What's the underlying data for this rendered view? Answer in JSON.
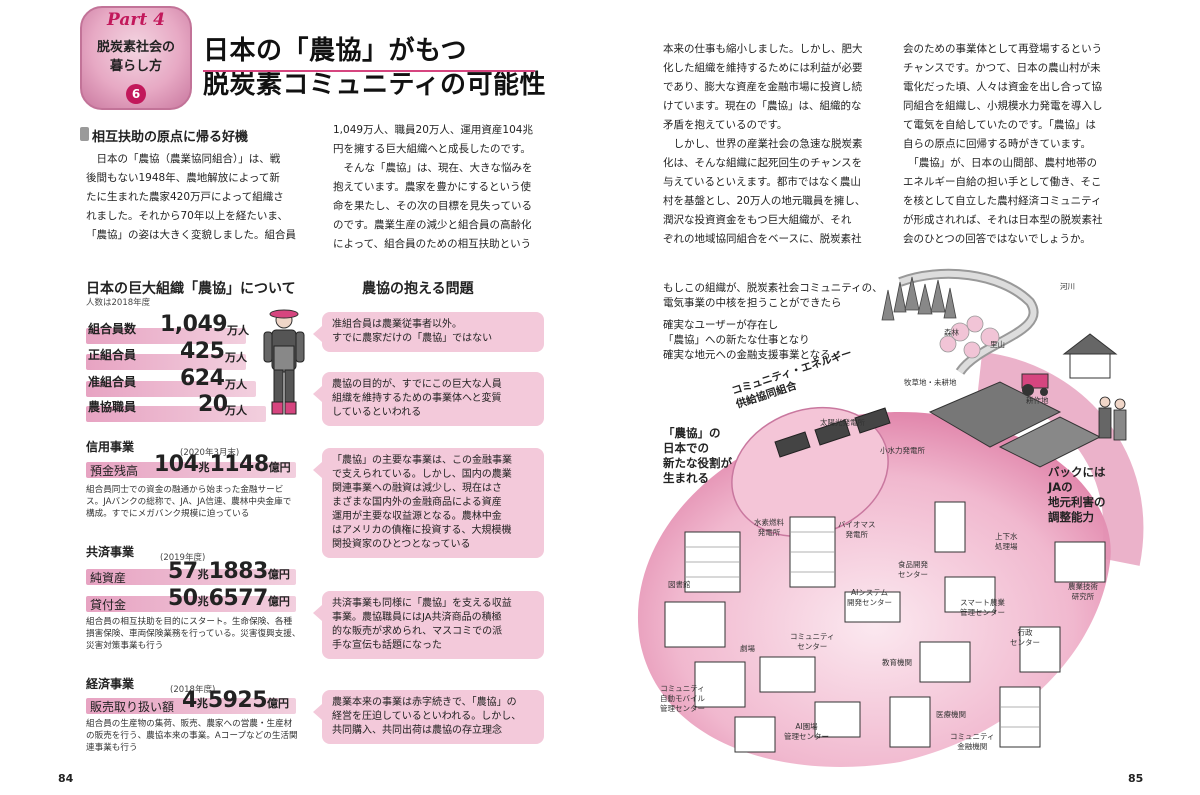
{
  "part": {
    "label": "Part 4",
    "subtitle": "脱炭素社会の\n暮らし方",
    "number": "6"
  },
  "title": {
    "line1": "日本の「農協」がもつ",
    "line2": "脱炭素コミュニティの可能性"
  },
  "heading": "相互扶助の原点に帰る好機",
  "left_body": {
    "col1": "　日本の「農協（農業協同組合）」は、戦\n後間もない1948年、農地解放によって新\nたに生まれた農家420万戸によって組織さ\nれました。それから70年以上を経たいま、\n「農協」の姿は大きく変貌しました。組合員",
    "col2": "1,049万人、職員20万人、運用資産104兆\n円を擁する巨大組織へと成長したのです。\n　そんな「農協」は、現在、大きな悩みを\n抱えています。農家を豊かにするという使\n命を果たし、その次の目標を見失っている\nのです。農業生産の減少と組合員の高齢化\nによって、組合員のための相互扶助という"
  },
  "right_body": {
    "col1": "本来の仕事も縮小しました。しかし、肥大\n化した組織を維持するためには利益が必要\nであり、膨大な資産を金融市場に投資し続\nけています。現在の「農協」は、組織的な\n矛盾を抱えているのです。\n　しかし、世界の産業社会の急速な脱炭素\n化は、そんな組織に起死回生のチャンスを\n与えているといえます。都市ではなく農山\n村を基盤とし、20万人の地元職員を擁し、\n潤沢な投資資金をもつ巨大組織が、それ\nぞれの地域協同組合をベースに、脱炭素社",
    "col2": "会のための事業体として再登場するという\nチャンスです。かつて、日本の農山村が未\n電化だった頃、人々は資金を出し合って協\n同組合を組織し、小規模水力発電を導入し\nて電気を自給していたのです。「農協」は\n自らの原点に回帰する時がきています。\n　「農協」が、日本の山間部、農村地帯の\nエネルギー自給の担い手として働き、そこ\nを核として自立した農村経済コミュニティ\nが形成されれば、それは日本型の脱炭素社\n会のひとつの回答ではないでしょうか。"
  },
  "left_section": {
    "title_left": "日本の巨大組織「農協」について",
    "title_right": "農協の抱える問題",
    "note": "人数は2018年度",
    "members": [
      {
        "label": "組合員数",
        "num": "1,049",
        "unit": "万人"
      },
      {
        "label": "正組合員",
        "num": "425",
        "unit": "万人"
      },
      {
        "label": "准組合員",
        "num": "624",
        "unit": "万人"
      },
      {
        "label": "農協職員",
        "num": "20",
        "unit": "万人"
      }
    ],
    "credit": {
      "category": "信用事業",
      "note": "(2020年3月末)",
      "label": "預金残高",
      "num1": "104",
      "unit1": "兆",
      "num2": "1148",
      "unit2": "億円",
      "desc": "組合員同士での資金の融通から始まった金融サービ\nス。JAバンクの総称で、JA、JA信連、農林中央金庫で\n構成。すでにメガバンク規模に迫っている"
    },
    "mutual": {
      "category": "共済事業",
      "note": "(2019年度)",
      "rows": [
        {
          "label": "純資産",
          "num1": "57",
          "unit1": "兆",
          "num2": "1883",
          "unit2": "億円"
        },
        {
          "label": "貸付金",
          "num1": "50",
          "unit1": "兆",
          "num2": "6577",
          "unit2": "億円"
        }
      ],
      "desc": "組合員の相互扶助を目的にスタート。生命保険、各種\n損害保険、車両保険業務を行っている。災害復興支援、\n災害対策事業も行う"
    },
    "economic": {
      "category": "経済事業",
      "note": "(2018年度)",
      "label": "販売取り扱い額",
      "num1": "4",
      "unit1": "兆",
      "num2": "5925",
      "unit2": "億円",
      "desc": "組合員の生産物の集荷、販売、農家への営農・生産材\nの販売を行う、農協本来の事業。Aコープなどの生活関\n連事業も行う"
    },
    "callouts": [
      "准組合員は農業従事者以外。\nすでに農家だけの「農協」ではない",
      "農協の目的が、すでにこの巨大な人員\n組織を維持するための事業体へと変質\nしているといわれる",
      "「農協」の主要な事業は、この金融事業\nで支えられている。しかし、国内の農業\n関連事業への融資は減少し、現在はさ\nまざまな国内外の金融商品による資産\n運用が主要な収益源となる。農林中金\nはアメリカの債権に投資する、大規模機\n関投資家のひとつとなっている",
      "共済事業も同様に「農協」を支える収益\n事業。農協職員にはJA共済商品の積極\n的な販売が求められ、マスコミでの派\n手な宣伝も話題になった",
      "農業本来の事業は赤字続きで、「農協」の\n経営を圧迫しているといわれる。しかし、\n共同購入、共同出荷は農協の存立理念"
    ]
  },
  "illustration": {
    "intro": "もしこの組織が、脱炭素社会コミュニティの、\n電気事業の中核を担うことができたら",
    "points": "確実なユーザーが存在し\n「農協」への新たな仕事となり\n確実な地元への金融支援事業となる",
    "new_role": "「農協」の\n日本での\n新たな役割が\n生まれる",
    "backing": "バックには\nJAの\n地元利害の\n調整能力",
    "coop": "コミュニティ・エネルギー\n供給協同組合",
    "labels": {
      "river": "河川",
      "forest": "森林",
      "village": "里山",
      "livestock": "牧草地・未耕地",
      "farmland": "耕作地",
      "solar": "太陽光発電所",
      "hydro": "小水力発電所",
      "hydrogen": "水素燃料\n発電所",
      "biomass": "バイオマス\n発電所",
      "water": "上下水\n処理場",
      "food": "食品開発\nセンター",
      "ai": "AIシステム\n開発センター",
      "library": "図書館",
      "agritech": "農業技術\n研究所",
      "smartfarm": "スマート農業\n管理センター",
      "community": "コミュニティ\nセンター",
      "theater": "劇場",
      "gov": "行政\nセンター",
      "edu": "教育機関",
      "mobility": "コミュニティ\n自動モバイル\n管理センター",
      "aifarm": "AI園場\n管理センター",
      "medical": "医療機関",
      "finance": "コミュニティ\n金融機関"
    }
  },
  "page_numbers": {
    "left": "84",
    "right": "85"
  }
}
